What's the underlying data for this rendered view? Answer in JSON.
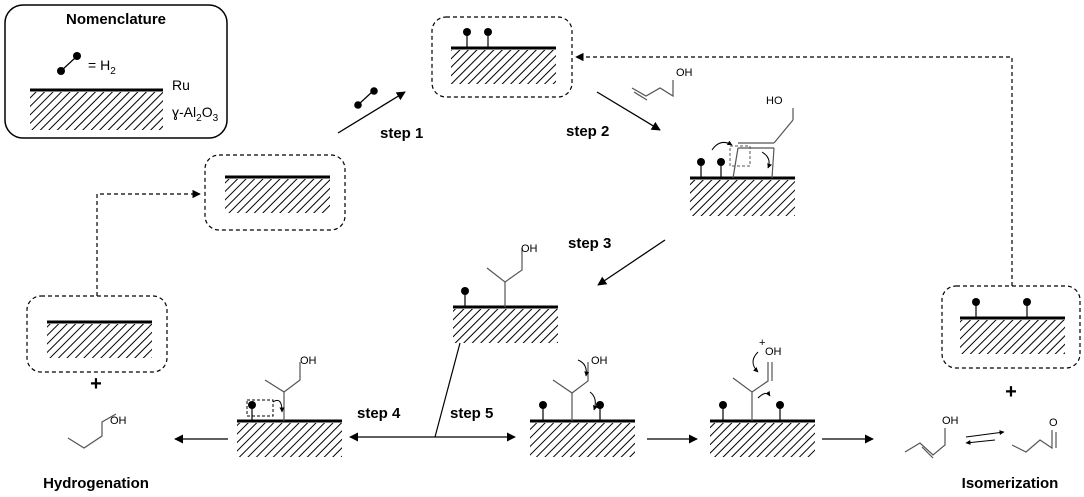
{
  "nomenclature": {
    "title": "Nomenclature",
    "h2_prefix": "= H",
    "h2_sub": "2",
    "ru_label": "Ru",
    "support_prefix": "ɣ-Al",
    "support_sub1": "2",
    "support_mid": "O",
    "support_sub2": "3"
  },
  "steps": {
    "step1": "step 1",
    "step2": "step 2",
    "step3": "step 3",
    "step4": "step 4",
    "step5": "step 5"
  },
  "molecules": {
    "allyl_oh": "OH",
    "ads_oh": "HO",
    "step3_oh": "OH",
    "s4_oh": "OH",
    "s5_oh": "OH",
    "s6_oh": "OH",
    "s6_plus": "+",
    "propanol_oh": "OH",
    "enol_oh": "OH",
    "aldehyde_o": "O"
  },
  "products": {
    "hydrogenation": "Hydrogenation",
    "isomerization": "Isomerization",
    "plus": "+"
  },
  "colors": {
    "line": "#000000",
    "grey": "#555555",
    "box_fill": "#ffffff"
  }
}
